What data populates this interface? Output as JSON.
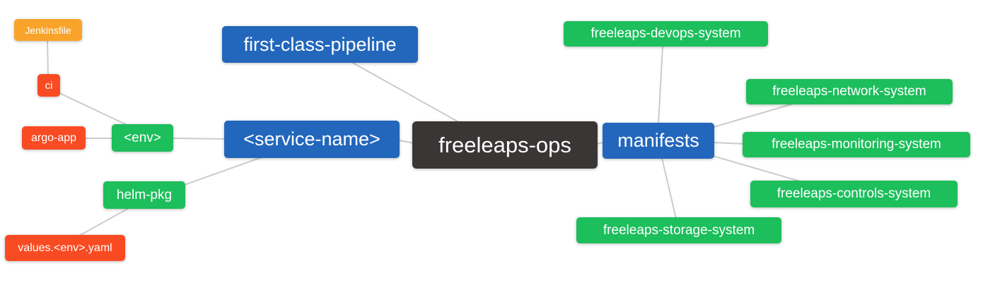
{
  "diagram": {
    "type": "mindmap",
    "root_label": "freeleaps-ops",
    "palette": {
      "blue": "#2267bc",
      "green": "#1dbe5c",
      "orange": "#f8a42a",
      "red": "#f94b23",
      "dark": "#3b3636",
      "edge": "#cccccc",
      "text": "#ffffff",
      "background": "#ffffff"
    },
    "nodes": [
      {
        "id": "jenkinsfile",
        "label": "Jenkinsfile",
        "color": "orange"
      },
      {
        "id": "ci",
        "label": "ci",
        "color": "red"
      },
      {
        "id": "argo-app",
        "label": "argo-app",
        "color": "red"
      },
      {
        "id": "env",
        "label": "<env>",
        "color": "green"
      },
      {
        "id": "first-class-pipeline",
        "label": "first-class-pipeline",
        "color": "blue"
      },
      {
        "id": "service-name",
        "label": "<service-name>",
        "color": "blue"
      },
      {
        "id": "freeleaps-ops",
        "label": "freeleaps-ops",
        "color": "dark"
      },
      {
        "id": "manifests",
        "label": "manifests",
        "color": "blue"
      },
      {
        "id": "freeleaps-devops-system",
        "label": "freeleaps-devops-system",
        "color": "green"
      },
      {
        "id": "freeleaps-network-system",
        "label": "freeleaps-network-system",
        "color": "green"
      },
      {
        "id": "freeleaps-monitoring-system",
        "label": "freeleaps-monitoring-system",
        "color": "green"
      },
      {
        "id": "freeleaps-controls-system",
        "label": "freeleaps-controls-system",
        "color": "green"
      },
      {
        "id": "freeleaps-storage-system",
        "label": "freeleaps-storage-system",
        "color": "green"
      },
      {
        "id": "helm-pkg",
        "label": "helm-pkg",
        "color": "green"
      },
      {
        "id": "values-env-yaml",
        "label": "values.<env>.yaml",
        "color": "red"
      }
    ],
    "edges": [
      {
        "from": "jenkinsfile",
        "to": "ci"
      },
      {
        "from": "ci",
        "to": "env"
      },
      {
        "from": "argo-app",
        "to": "env"
      },
      {
        "from": "env",
        "to": "service-name"
      },
      {
        "from": "service-name",
        "to": "helm-pkg"
      },
      {
        "from": "helm-pkg",
        "to": "values-env-yaml"
      },
      {
        "from": "service-name",
        "to": "freeleaps-ops"
      },
      {
        "from": "first-class-pipeline",
        "to": "freeleaps-ops"
      },
      {
        "from": "freeleaps-ops",
        "to": "manifests"
      },
      {
        "from": "manifests",
        "to": "freeleaps-devops-system"
      },
      {
        "from": "manifests",
        "to": "freeleaps-network-system"
      },
      {
        "from": "manifests",
        "to": "freeleaps-monitoring-system"
      },
      {
        "from": "manifests",
        "to": "freeleaps-controls-system"
      },
      {
        "from": "manifests",
        "to": "freeleaps-storage-system"
      }
    ]
  }
}
